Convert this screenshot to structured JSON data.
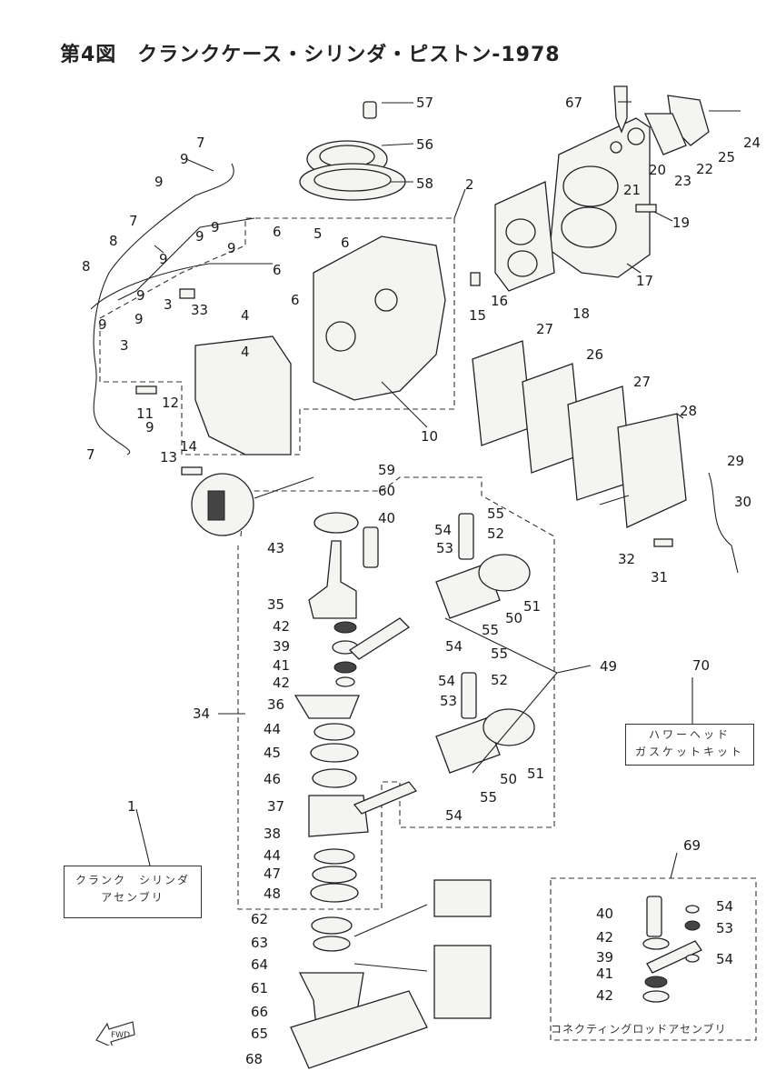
{
  "title": "第4図　クランクケース・シリンダ・ピストン-1978",
  "kits": {
    "power_head": [
      "ハワーヘッド",
      "ガスケットキット"
    ],
    "crank_cylinder": [
      "クランク　シリンダ",
      "アセンブリ"
    ],
    "connecting_rod": "コネクティングロッドアセンブリ"
  },
  "fwd_label": "FWD",
  "part_numbers": [
    "1",
    "2",
    "3",
    "4",
    "5",
    "6",
    "7",
    "8",
    "9",
    "10",
    "11",
    "12",
    "13",
    "14",
    "15",
    "16",
    "17",
    "18",
    "19",
    "20",
    "21",
    "22",
    "23",
    "24",
    "25",
    "26",
    "27",
    "28",
    "29",
    "30",
    "31",
    "32",
    "33",
    "34",
    "35",
    "36",
    "37",
    "38",
    "39",
    "40",
    "41",
    "42",
    "43",
    "44",
    "45",
    "46",
    "47",
    "48",
    "49",
    "50",
    "51",
    "52",
    "53",
    "54",
    "55",
    "56",
    "57",
    "58",
    "59",
    "60",
    "61",
    "62",
    "63",
    "64",
    "65",
    "66",
    "67",
    "68",
    "69",
    "70"
  ]
}
